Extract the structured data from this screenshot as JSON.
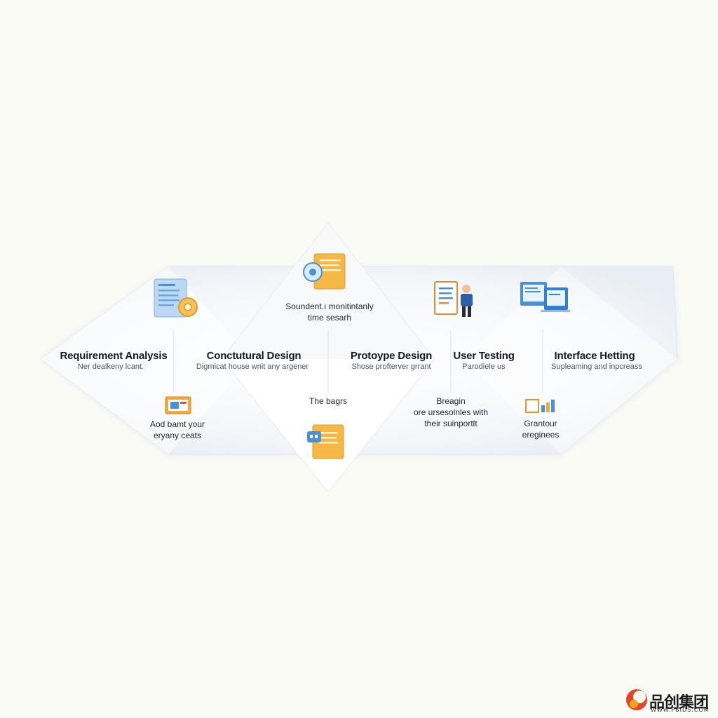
{
  "stages": [
    {
      "title": "Requirement Analysis",
      "subtitle": "Ner dealkeny lcant."
    },
    {
      "title": "Conctutural Design",
      "subtitle": "Digmicat house wnit any argener"
    },
    {
      "title": "Protoype Design",
      "subtitle": "Shose profterver grrant"
    },
    {
      "title": "User Testing",
      "subtitle": "Parodiele us"
    },
    {
      "title": "Interface Hetting",
      "subtitle": "Supleaming and inpcreass"
    }
  ],
  "notes": {
    "top": [
      "Soundent.ı monitintanly",
      "time sesarh"
    ],
    "center": [
      "The bagrs"
    ],
    "left": [
      "Aod bamt your",
      "eryany ceats"
    ],
    "middle_right": [
      "Breagin",
      "ore ursesolnles with",
      "their suinportlt"
    ],
    "right": [
      "Grantour",
      "ereginees"
    ]
  },
  "icons": [
    "document-gear-icon",
    "folder-gear-icon",
    "person-document-icon",
    "monitor-screens-icon",
    "card-window-icon",
    "folder-chat-icon",
    "bar-chart-icon"
  ],
  "colors": {
    "accent_blue": "#4a90d9",
    "accent_orange": "#f2a93b",
    "panel": "#ffffff",
    "panel_shade": "#eef3f8"
  },
  "watermark": {
    "brand": "品创集团",
    "url": "WWW.PBIDS.COM"
  }
}
